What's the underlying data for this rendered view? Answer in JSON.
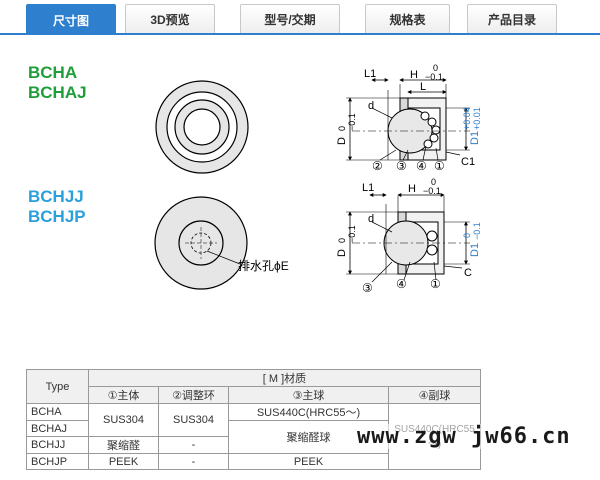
{
  "tabs": [
    {
      "label": "尺寸图",
      "active": true
    },
    {
      "label": "3D预览",
      "active": false
    },
    {
      "label": "型号/交期",
      "active": false
    },
    {
      "label": "规格表",
      "active": false
    },
    {
      "label": "产品目录",
      "active": false
    }
  ],
  "models": {
    "top": [
      "BCHA",
      "BCHAJ"
    ],
    "bottom": [
      "BCHJJ",
      "BCHJP"
    ]
  },
  "colors": {
    "accent": "#2f7fcf",
    "green": "#1f9e3a",
    "blue": "#2aa0dc"
  },
  "drawing_top": {
    "dim_L1": "L1",
    "dim_H": "H",
    "dim_H_tol_upper": "0",
    "dim_H_tol_lower": "−0.1",
    "dim_L": "L",
    "dim_d": "d",
    "dim_D": "D",
    "dim_D_tol_upper": "0",
    "dim_D_tol_lower": "−0.1",
    "dim_D1": "D1",
    "dim_D1_tol_upper": "+0.04",
    "dim_D1_tol_lower": "+0.01",
    "dim_C1": "C1",
    "callout_2": "②",
    "callout_3": "③",
    "callout_4": "④",
    "callout_1": "①"
  },
  "drawing_bottom": {
    "dim_L1": "L1",
    "dim_H": "H",
    "dim_H_tol_upper": "0",
    "dim_H_tol_lower": "−0.1",
    "dim_d": "d",
    "dim_D": "D",
    "dim_D_tol_upper": "0",
    "dim_D_tol_lower": "−0.1",
    "dim_D1": "D1",
    "dim_D1_tol_upper": "0",
    "dim_D1_tol_lower": "−0.1",
    "dim_C": "C",
    "drain_label": "排水孔ϕE",
    "callout_3": "③",
    "callout_4": "④",
    "callout_1": "①"
  },
  "table": {
    "type_header": "Type",
    "material_header": "[ M ]材质",
    "col_1": "①主体",
    "col_2": "②调整环",
    "col_3": "③主球",
    "col_4": "④副球",
    "rows": [
      {
        "type": "BCHA",
        "c1": "SUS304",
        "c2": "SUS304",
        "c3": "SUS440C(HRC55～)",
        "c4": "SUS440C(HRC55～)"
      },
      {
        "type": "BCHAJ",
        "c3": "聚缩醛球"
      },
      {
        "type": "BCHJJ",
        "c1": "聚缩醛",
        "c2": "-"
      },
      {
        "type": "BCHJP",
        "c1": "PEEK",
        "c2": "-",
        "c3": "PEEK"
      }
    ]
  },
  "watermark": "www.zgw jw66.cn"
}
